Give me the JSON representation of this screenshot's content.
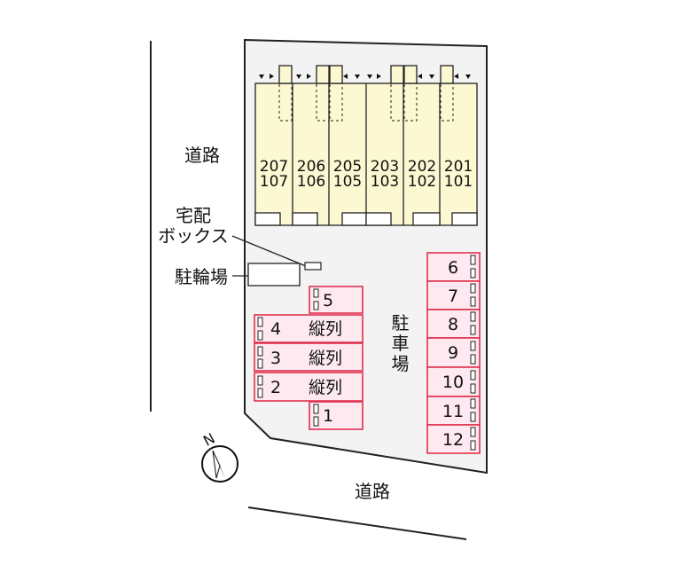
{
  "roads": {
    "west_label": "道路",
    "south_label": "道路"
  },
  "building": {
    "units": [
      {
        "upper": "207",
        "lower": "107"
      },
      {
        "upper": "206",
        "lower": "106"
      },
      {
        "upper": "205",
        "lower": "105"
      },
      {
        "upper": "203",
        "lower": "103"
      },
      {
        "upper": "202",
        "lower": "102"
      },
      {
        "upper": "201",
        "lower": "101"
      }
    ]
  },
  "delivery_box": {
    "line1": "宅配",
    "line2": "ボックス"
  },
  "bicycle_parking": {
    "label": "駐輪場"
  },
  "parking_lot": {
    "label": "駐車場"
  },
  "west_spaces": [
    {
      "number": "5",
      "note": ""
    },
    {
      "number": "4",
      "note": "縦列"
    },
    {
      "number": "3",
      "note": "縦列"
    },
    {
      "number": "2",
      "note": "縦列"
    },
    {
      "number": "1",
      "note": ""
    }
  ],
  "east_spaces": [
    "6",
    "7",
    "8",
    "9",
    "10",
    "11",
    "12"
  ],
  "compass": {
    "north_label": "N"
  },
  "colors": {
    "site_fill": "#f3f3f3",
    "building_fill": "#fbf8d2",
    "parking_fill": "#fde9ef",
    "parking_border": "#e0314f",
    "outline": "#222222"
  }
}
